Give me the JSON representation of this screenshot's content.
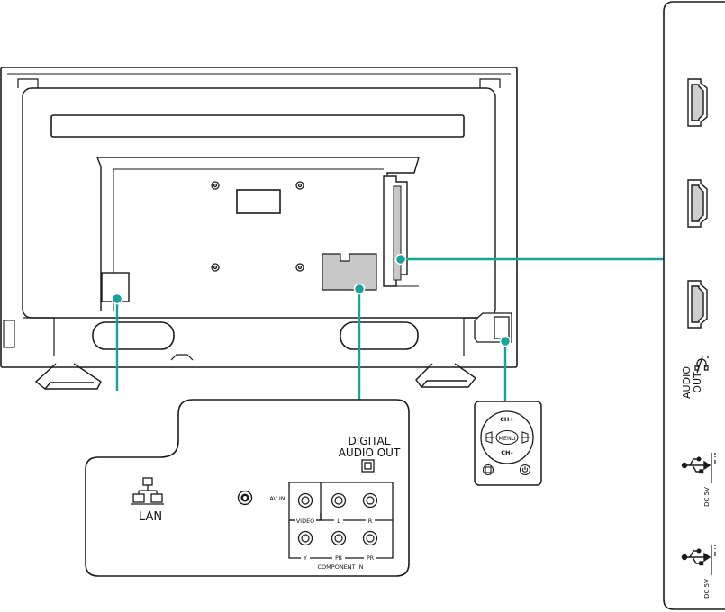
{
  "labels": {
    "lan": "LAN",
    "digital_audio_line1": "DIGITAL",
    "digital_audio_line2": "AUDIO OUT",
    "av_in": "AV IN",
    "video": "VIDEO",
    "audio_l": "L",
    "audio_r": "R",
    "y": "Y",
    "pb": "PB",
    "pr": "PR",
    "component_in": "COMPONENT IN",
    "ch_up": "CH+",
    "ch_down": "CH–",
    "menu": "MENU",
    "audio_out_line1": "AUDIO",
    "audio_out_line2": "OUT",
    "dc5v": "DC 5V"
  },
  "colors": {
    "callout": "#17a39a",
    "outline": "#1a1a1a",
    "panel_grey": "#c8c8c8",
    "port_grey": "#cfcfcf"
  },
  "icons": [
    "network-icon",
    "optical-port-icon",
    "rca-jack-icon",
    "hdmi-port-icon",
    "headphone-icon",
    "usb-icon",
    "power-icon",
    "input-source-icon",
    "volume-up-icon",
    "volume-down-icon"
  ]
}
